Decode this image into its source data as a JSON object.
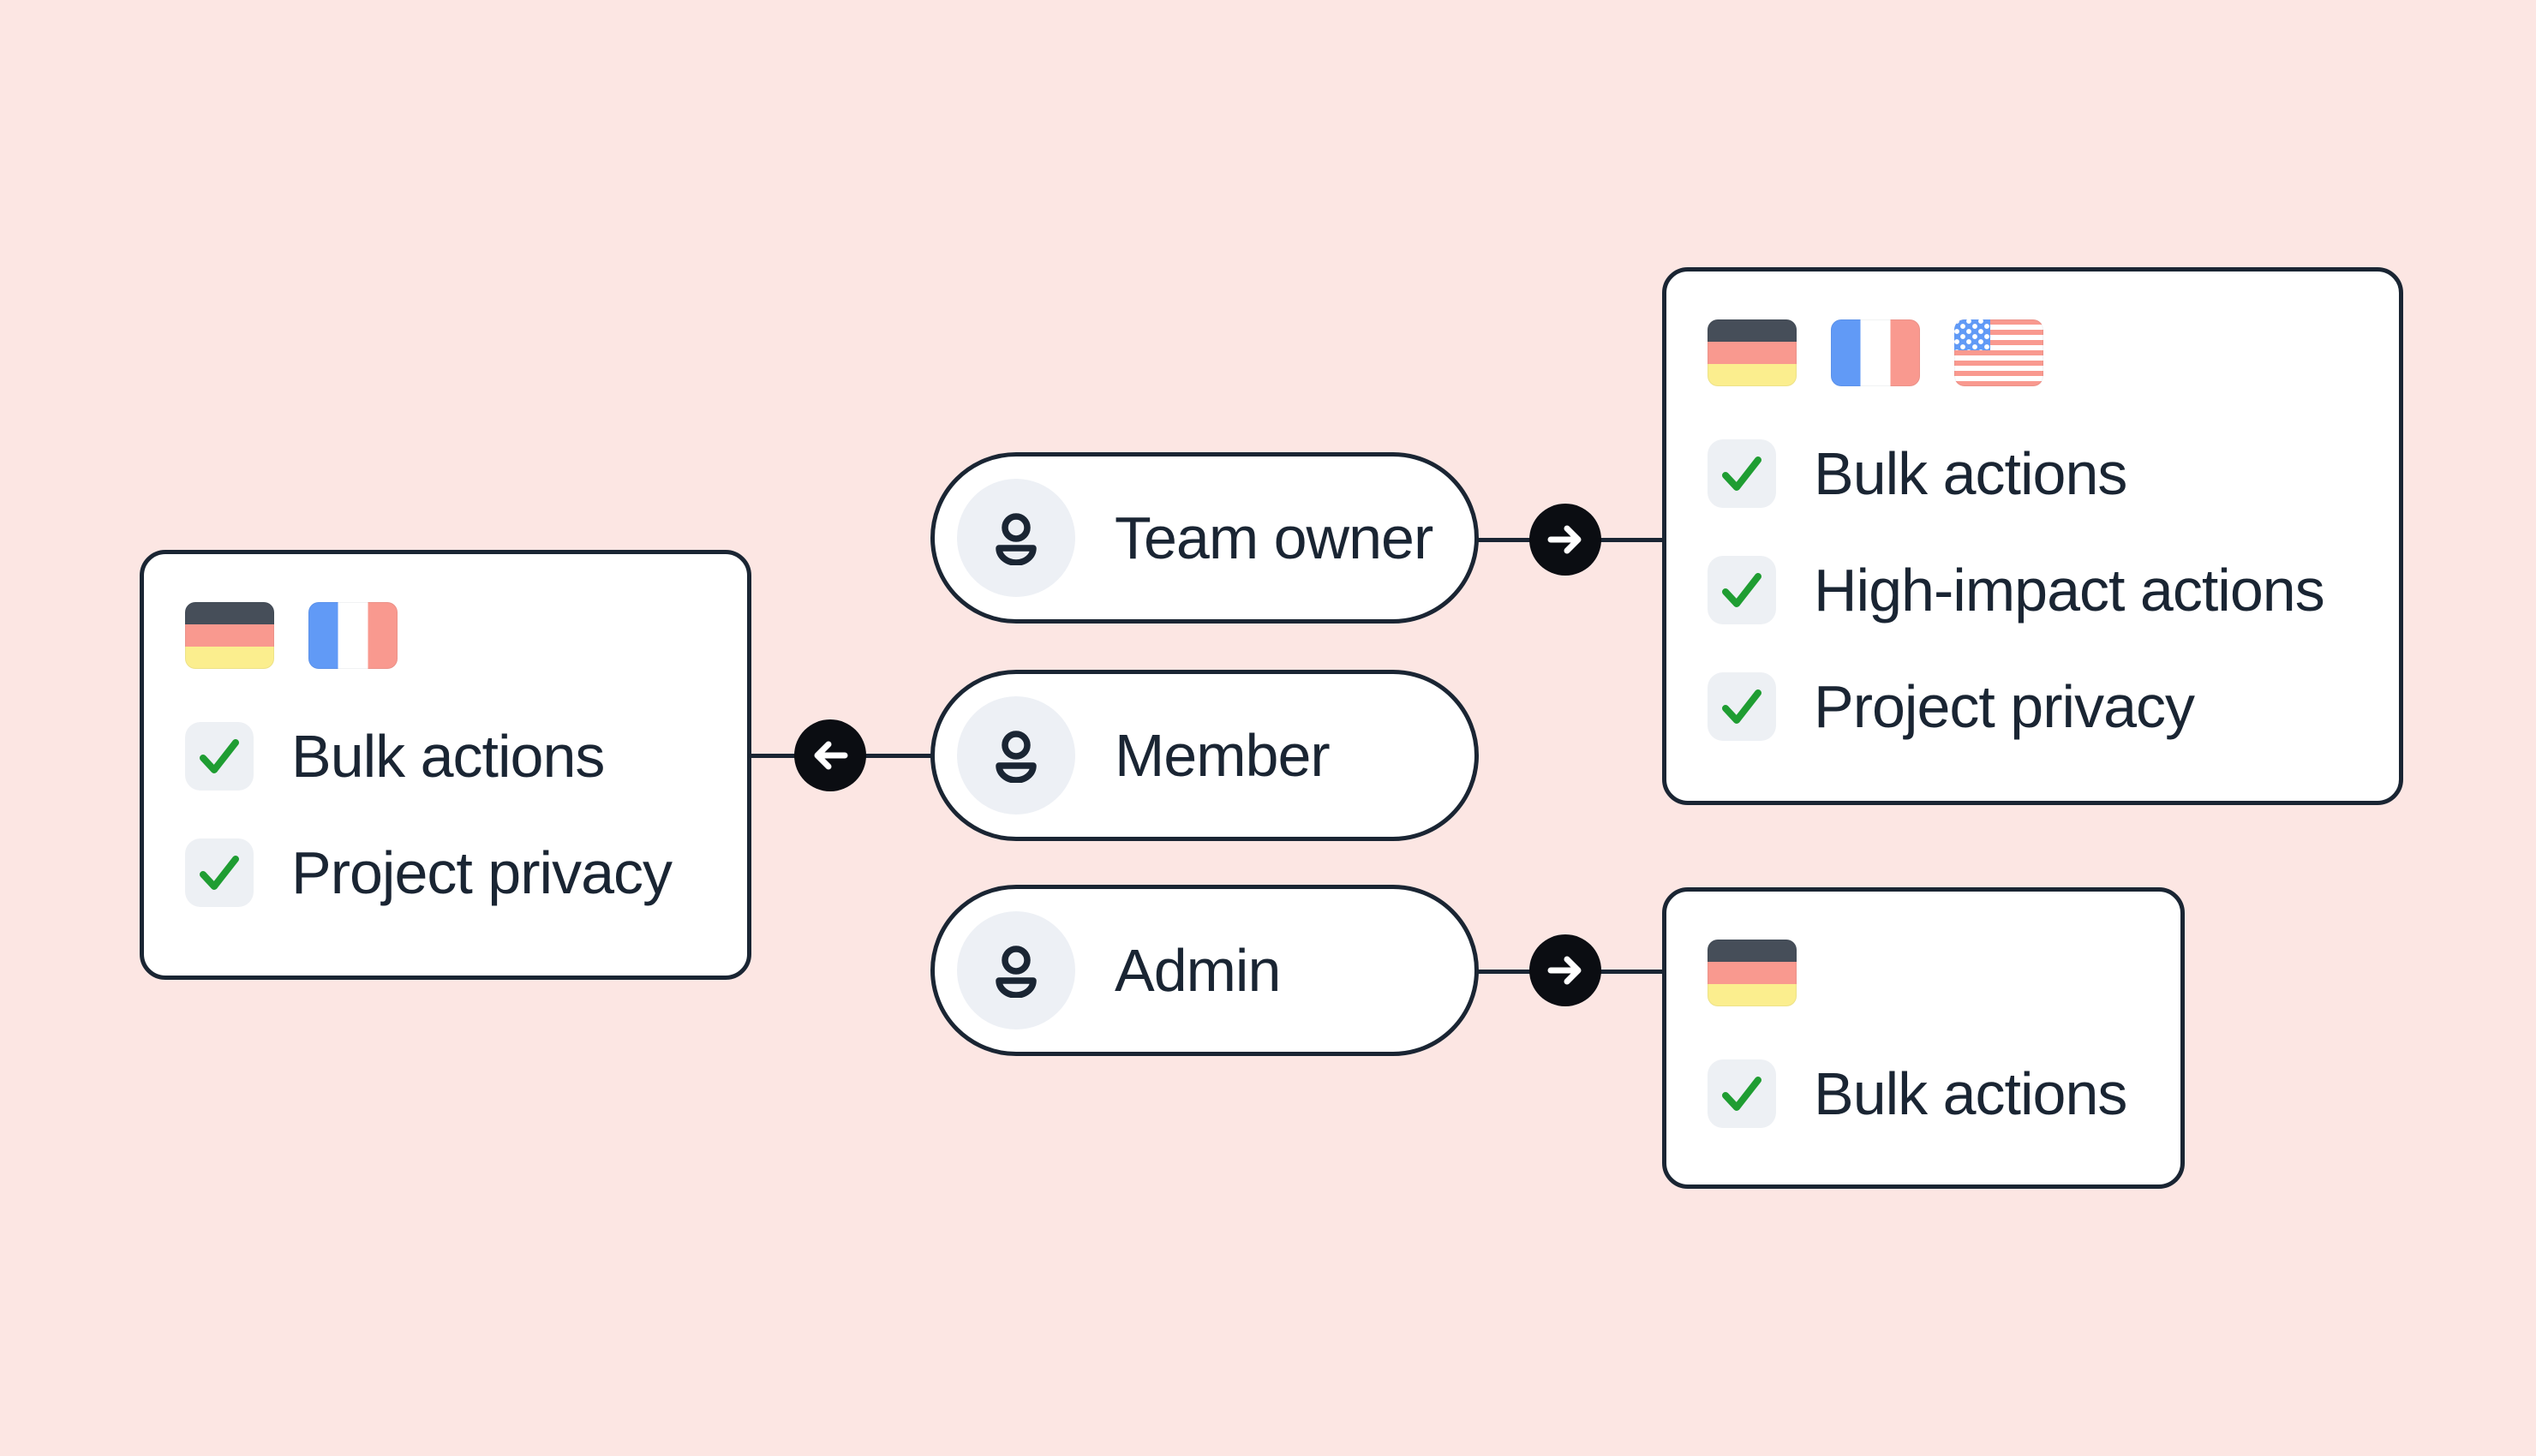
{
  "palette": {
    "bg": "#FCE6E3",
    "border": "#1A2533",
    "text": "#1A2533",
    "card_bg": "#FFFFFF",
    "checkbox_bg": "#EDF0F4",
    "avatar_bg": "#EDF0F5",
    "check_green": "#1F9D32",
    "arrow_circle_bg": "#0B0D12",
    "arrow_glyph": "#FFFFFF",
    "flag_dark": "#464E59",
    "flag_salmon": "#F9998F",
    "flag_yellow": "#FBEE8E",
    "flag_blue": "#619AF6",
    "flag_white": "#FFFFFF"
  },
  "diagram": {
    "roles": [
      {
        "label": "Team owner",
        "icon": "person-icon",
        "arrow_direction": "right"
      },
      {
        "label": "Member",
        "icon": "person-icon",
        "arrow_direction": "left"
      },
      {
        "label": "Admin",
        "icon": "person-icon",
        "arrow_direction": "right"
      }
    ],
    "cards": [
      {
        "id": "member-permissions",
        "flags": [
          "germany",
          "france"
        ],
        "items": [
          "Bulk actions",
          "Project privacy"
        ]
      },
      {
        "id": "team-owner-permissions",
        "flags": [
          "germany",
          "france",
          "united-states"
        ],
        "items": [
          "Bulk actions",
          "High-impact actions",
          "Project privacy"
        ]
      },
      {
        "id": "admin-permissions",
        "flags": [
          "germany"
        ],
        "items": [
          "Bulk actions"
        ]
      }
    ]
  }
}
